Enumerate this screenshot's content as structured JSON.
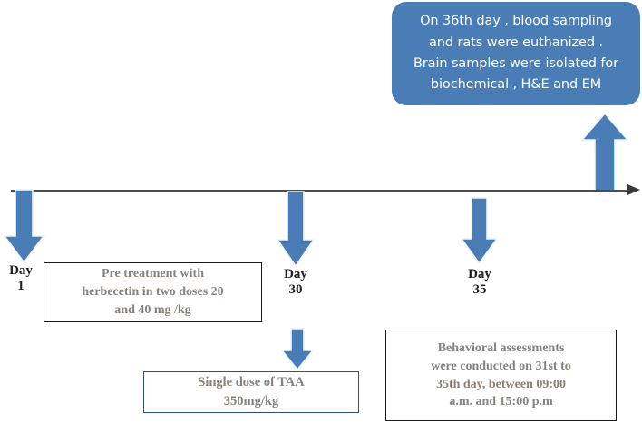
{
  "diagram": {
    "type": "experimental-timeline",
    "colors": {
      "arrow_blue": "#4a7db5",
      "arrow_blue_dark": "#3f6fa3",
      "callout_fill": "#4a7db5",
      "callout_text": "#ffffff",
      "box_text": "#8a8078",
      "day_text": "#231f20",
      "timeline": "#4d4d4d",
      "taa_border": "#2b4f8a",
      "box_border": "#1a1a1a"
    }
  },
  "callout": {
    "lines": [
      "On 36th day , blood sampling",
      "and  rats were euthanized  .",
      "Brain samples were isolated for",
      "biochemical , H&E and EM"
    ]
  },
  "timeline": {
    "markers": [
      {
        "id": "day-1",
        "label": "Day\n1"
      },
      {
        "id": "day-30",
        "label": "Day\n30"
      },
      {
        "id": "day-35",
        "label": "Day\n35"
      }
    ]
  },
  "boxes": {
    "pretreatment": {
      "lines": [
        "Pre treatment with",
        "herbecetin in two doses 20",
        "and 40 mg /kg"
      ]
    },
    "taa": {
      "lines": [
        "Single dose of TAA",
        "350mg/kg"
      ]
    },
    "behavior": {
      "lines": [
        "Behavioral assessments",
        "were conducted  on 31st to",
        "35th day, between 09:00",
        "a.m. and 15:00 p.m"
      ]
    }
  }
}
